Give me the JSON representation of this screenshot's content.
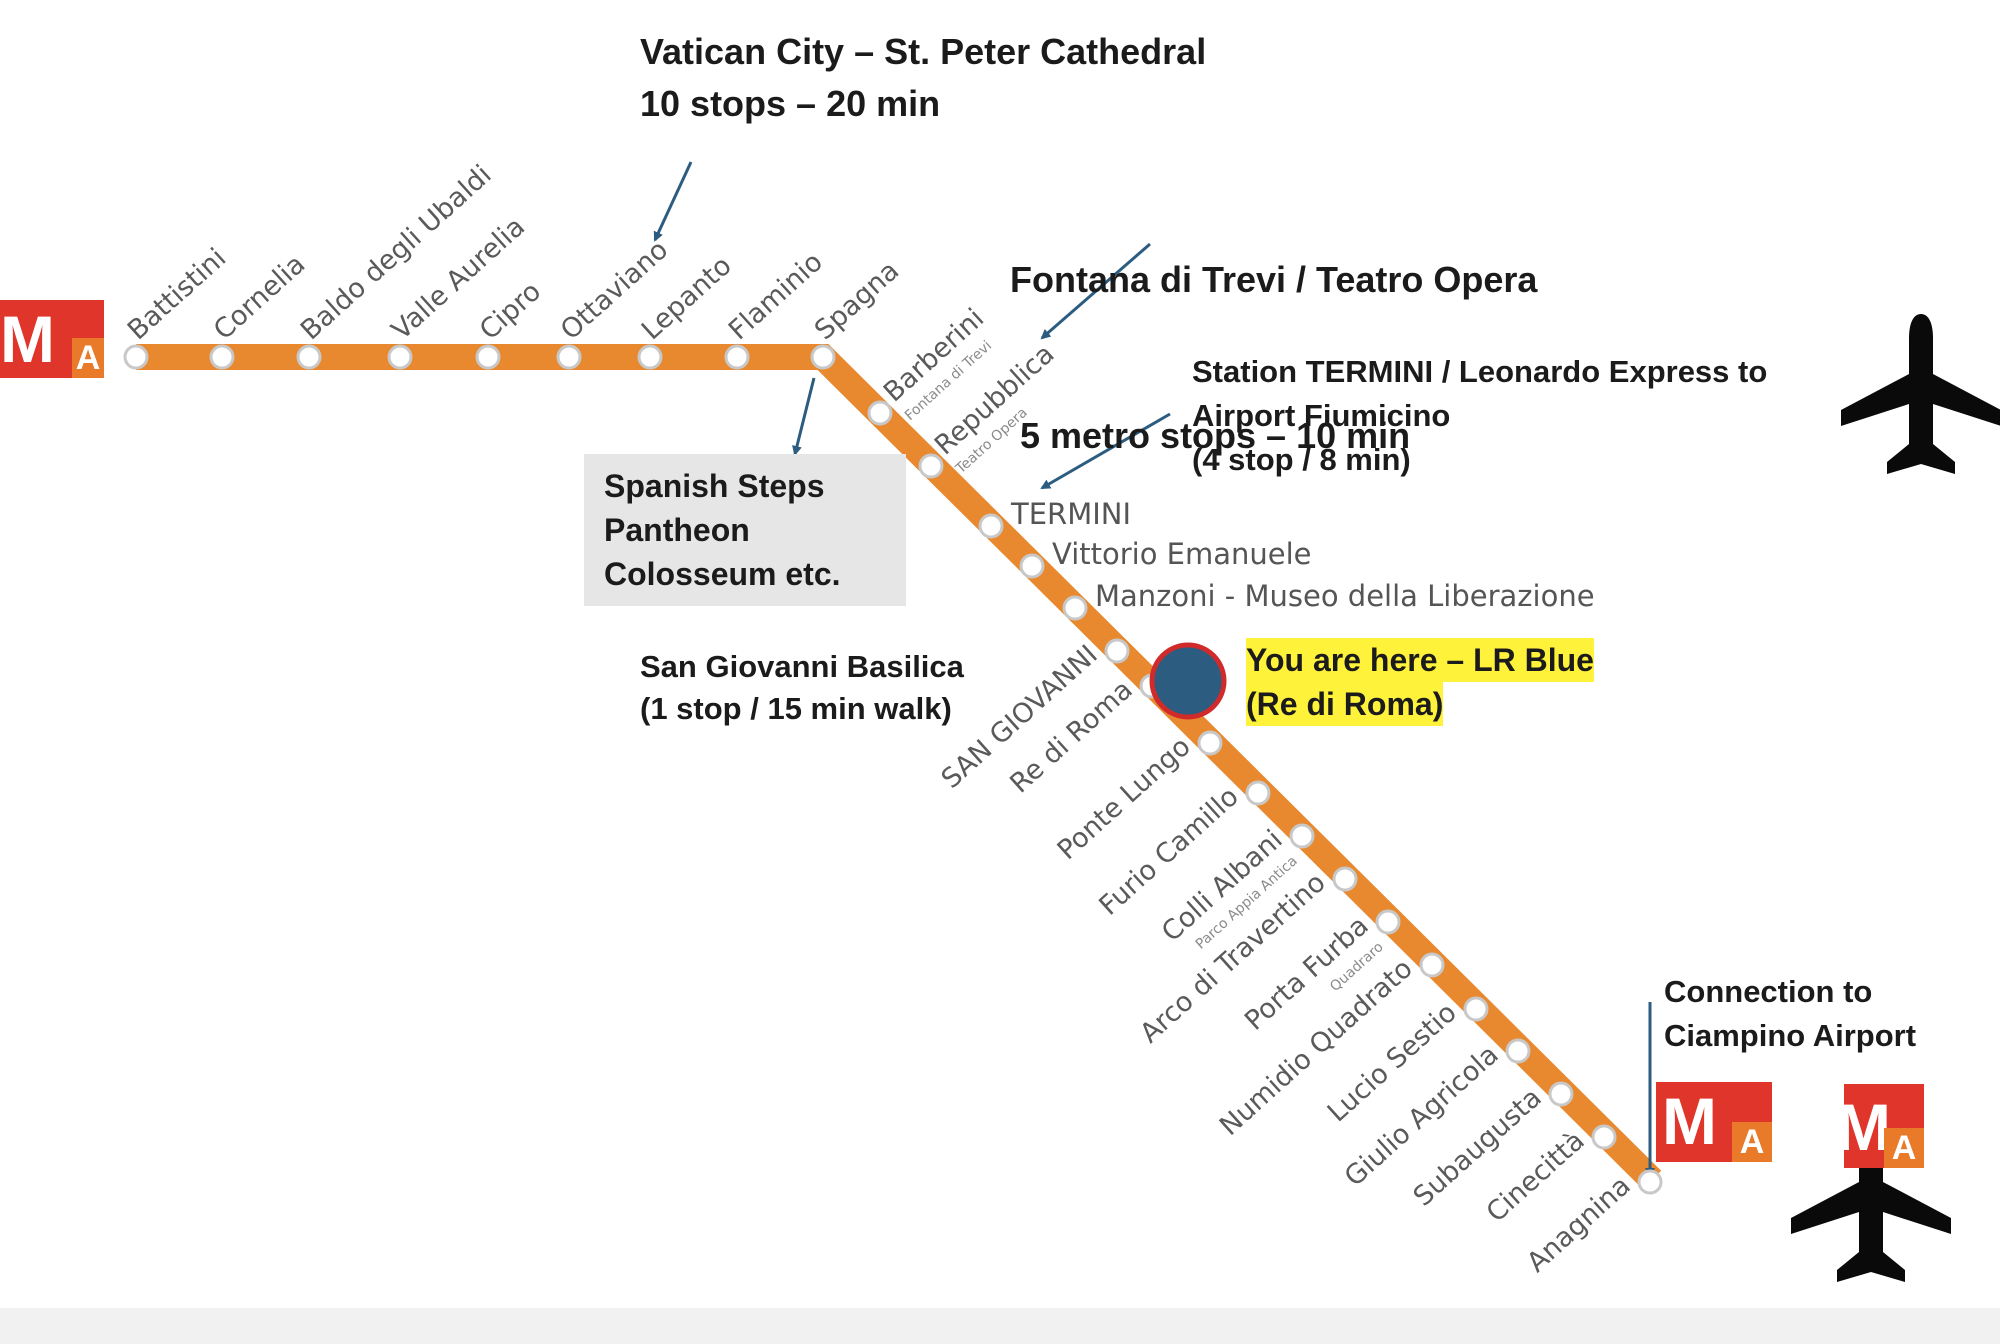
{
  "line": {
    "logo_letter": "M",
    "line_letter": "A",
    "color": "#e8892f",
    "logo_color": "#e0352b",
    "here_color": "#2c5d80"
  },
  "stations_west": [
    "Battistini",
    "Cornelia",
    "Baldo degli Ubaldi",
    "Valle Aurelia",
    "Cipro",
    "Ottaviano",
    "Lepanto",
    "Flaminio",
    "Spagna"
  ],
  "stations_diagonal": [
    {
      "name": "Barberini",
      "sub": "Fontana di Trevi"
    },
    {
      "name": "Repubblica",
      "sub": "Teatro Opera"
    },
    {
      "name": "SAN GIOVANNI",
      "sub": ""
    },
    {
      "name": "Re di Roma",
      "sub": ""
    },
    {
      "name": "Ponte Lungo",
      "sub": ""
    },
    {
      "name": "Furio Camillo",
      "sub": ""
    },
    {
      "name": "Colli Albani",
      "sub": "Parco Appia Antica"
    },
    {
      "name": "Arco di Travertino",
      "sub": ""
    },
    {
      "name": "Porta Furba",
      "sub": "Quadraro"
    },
    {
      "name": "Numidio Quadrato",
      "sub": ""
    },
    {
      "name": "Lucio Sestio",
      "sub": ""
    },
    {
      "name": "Giulio Agricola",
      "sub": ""
    },
    {
      "name": "Subaugusta",
      "sub": ""
    },
    {
      "name": "Cinecittà",
      "sub": ""
    },
    {
      "name": "Anagnina",
      "sub": ""
    }
  ],
  "stations_horizontal": [
    "TERMINI",
    "Vittorio Emanuele",
    "Manzoni - Museo della Liberazione"
  ],
  "annotations": {
    "vatican": [
      "Vatican City – St. Peter Cathedral",
      "10 stops – 20 min"
    ],
    "trevi": [
      "Fontana di Trevi / Teatro Opera",
      " 5 metro stops – 10 min"
    ],
    "termini": [
      "Station TERMINI / Leonardo Express to",
      "Airport Fiumicino",
      "(4 stop / 8 min)"
    ],
    "spanish": [
      "Spanish Steps",
      "Pantheon",
      "Colosseum etc."
    ],
    "sangiovanni": [
      "San Giovanni Basilica",
      "(1 stop / 15 min walk)"
    ],
    "here": [
      "You are here – LR Blue",
      "(Re di Roma)"
    ],
    "ciampino": [
      "Connection to",
      "Ciampino Airport"
    ]
  },
  "icons": [
    "airplane-icon-fiumicino",
    "airplane-icon-ciampino"
  ]
}
